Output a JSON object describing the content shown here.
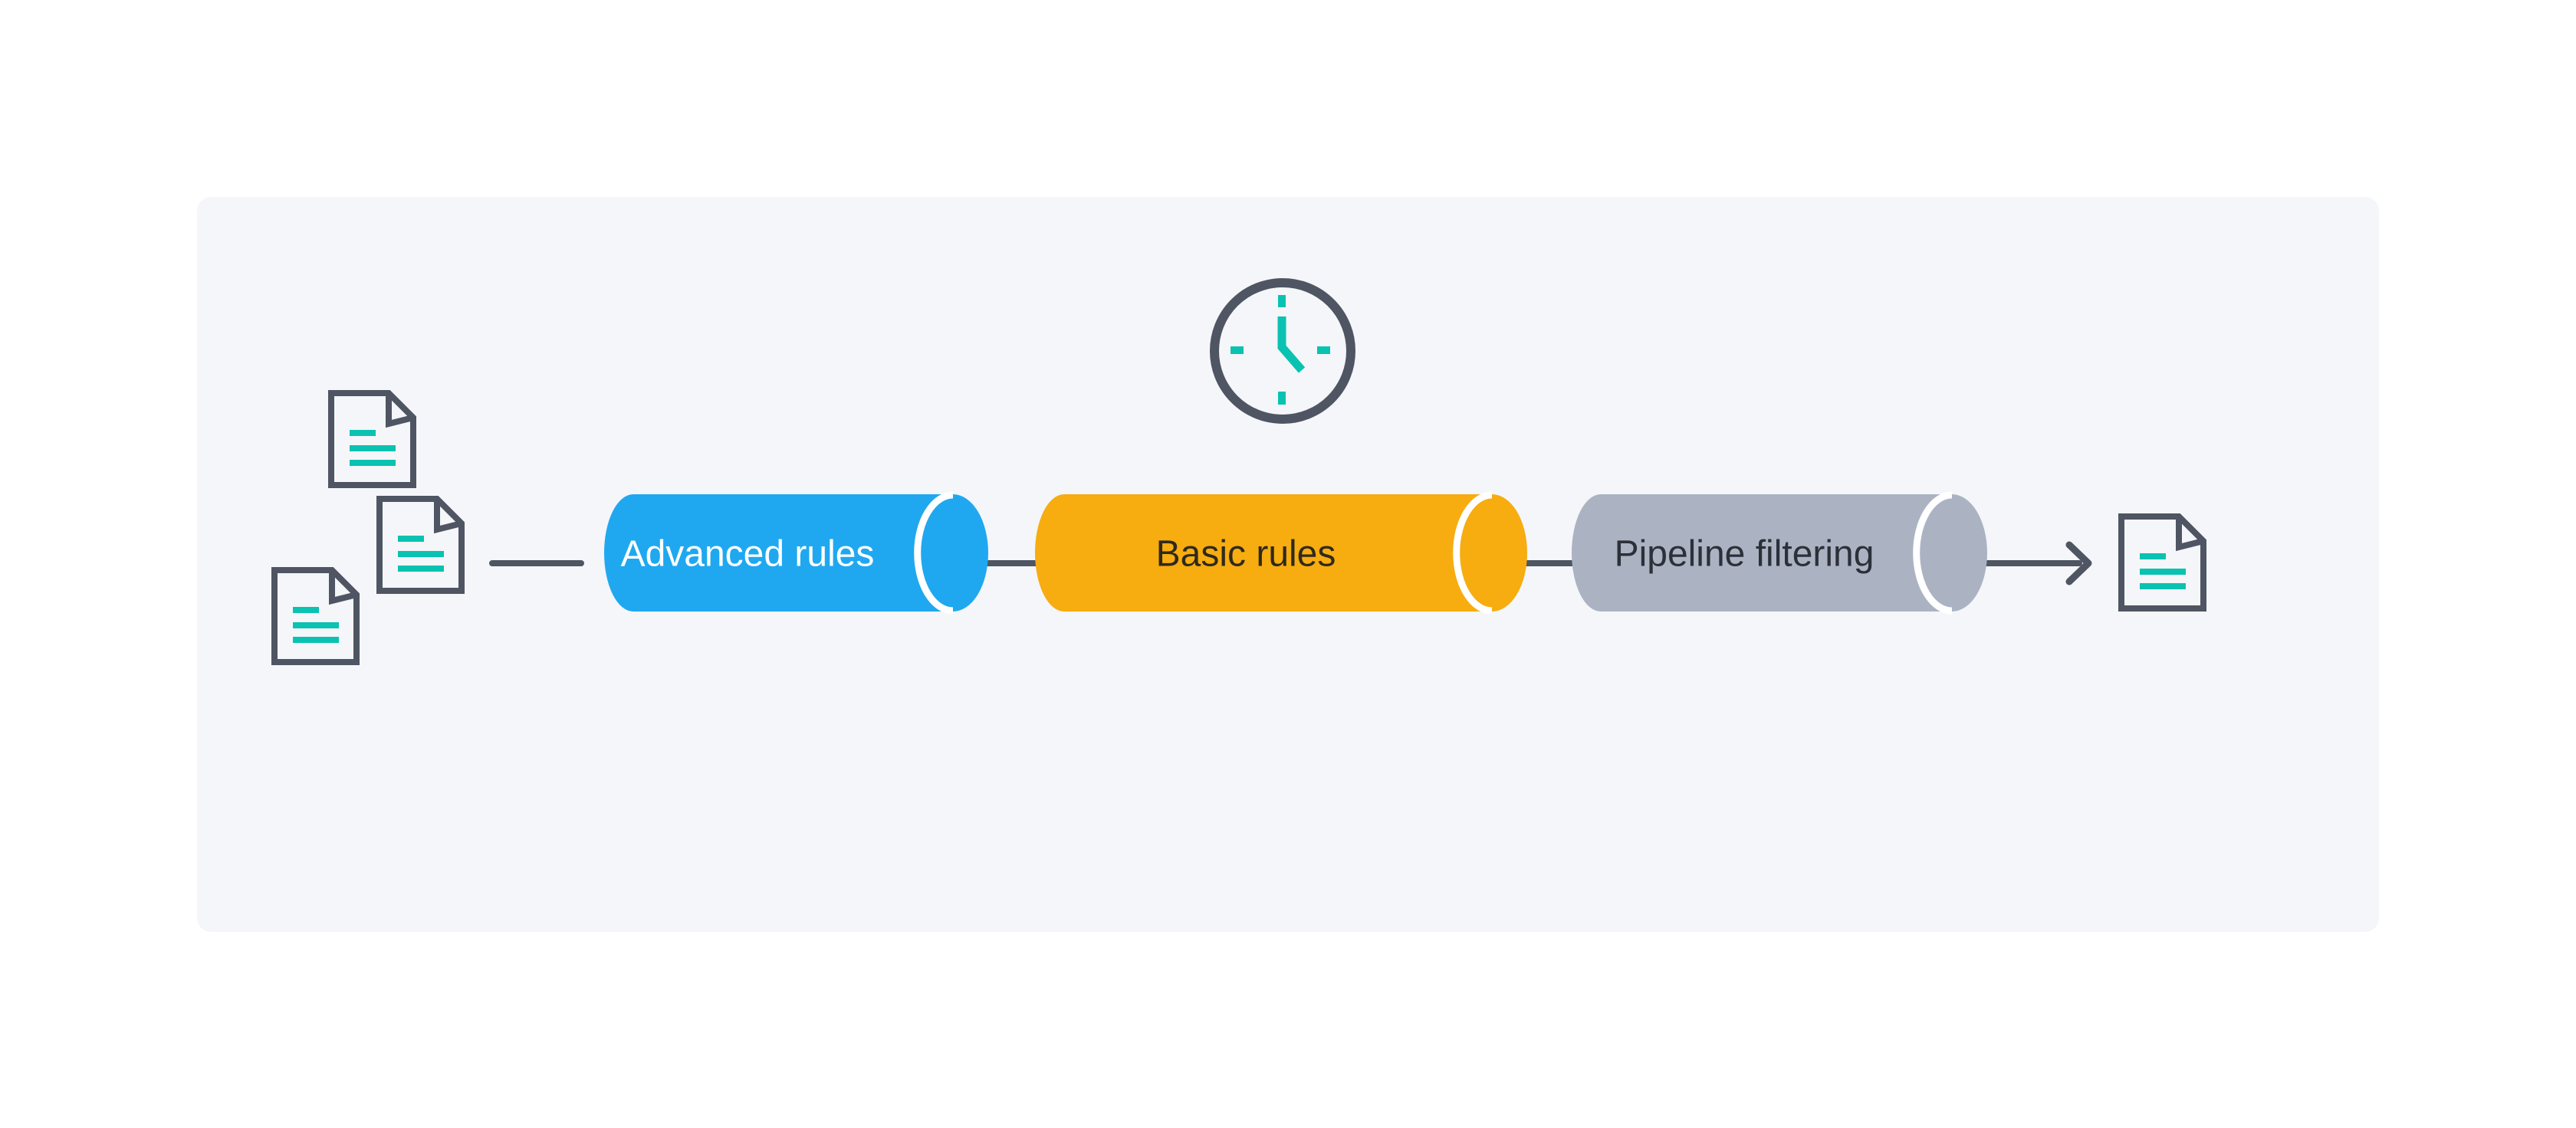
{
  "diagram": {
    "title": "ingest-pipeline-flow",
    "stages": [
      {
        "label": "Advanced rules",
        "color": "#1FA8F0",
        "label_color": "#FFFFFF"
      },
      {
        "label": "Basic rules",
        "color": "#F7AC10",
        "label_color": "#2E2A1C"
      },
      {
        "label": "Pipeline filtering",
        "color": "#ABB3C3",
        "label_color": "#2C3038"
      }
    ],
    "icons": {
      "input_documents": "document-icon",
      "timer": "clock-icon",
      "output_document": "document-icon",
      "flow_arrow": "arrow-right-icon"
    },
    "input_document_count": 3,
    "output_document_count": 1
  },
  "colors": {
    "page": "#FFFFFF",
    "panel": "#F4F6F9",
    "line": "#4F5562",
    "teal": "#0AC2B1",
    "gap": "#FFFFFF"
  }
}
